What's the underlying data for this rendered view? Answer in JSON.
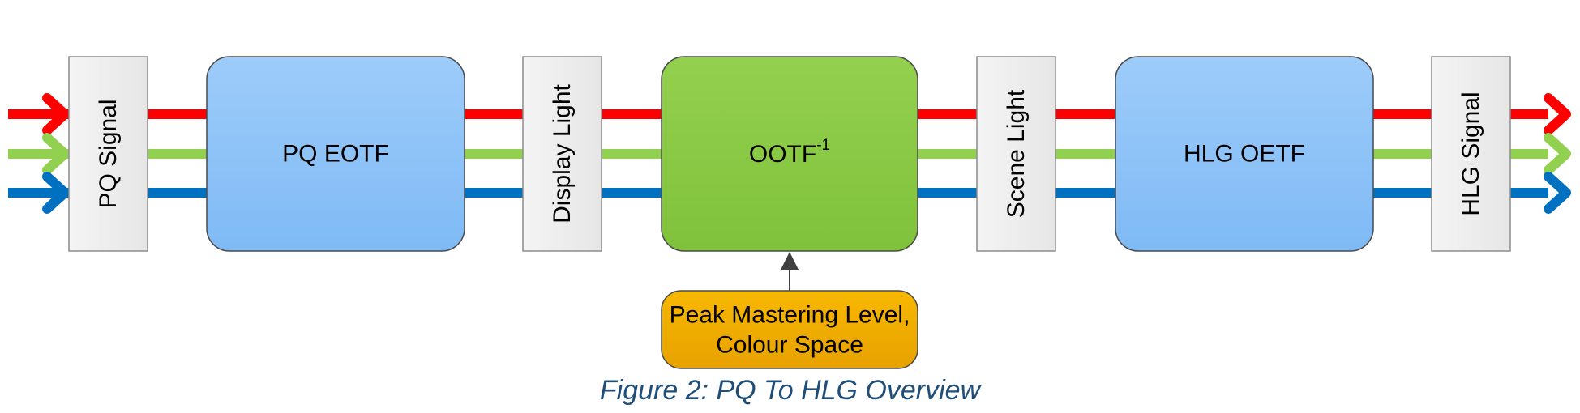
{
  "diagram": {
    "signal_in_label": "PQ Signal",
    "pq_eotf_label": "PQ EOTF",
    "display_light_label": "Display Light",
    "ootf_label": "OOTF",
    "ootf_superscript": "-1",
    "scene_light_label": "Scene Light",
    "hlg_oetf_label": "HLG OETF",
    "signal_out_label": "HLG Signal",
    "parameter_line1": "Peak Mastering Level,",
    "parameter_line2": "Colour Space",
    "caption": "Figure 2: PQ To HLG Overview"
  },
  "colors": {
    "red_channel": "#ff0000",
    "green_channel": "#92d050",
    "blue_channel": "#0070c0",
    "process_block": "#8fc4f7",
    "ootf_block": "#8ac943",
    "parameter_block": "#f3ac00",
    "label_box": "#eeeeee",
    "caption_text": "#1f4e79"
  }
}
